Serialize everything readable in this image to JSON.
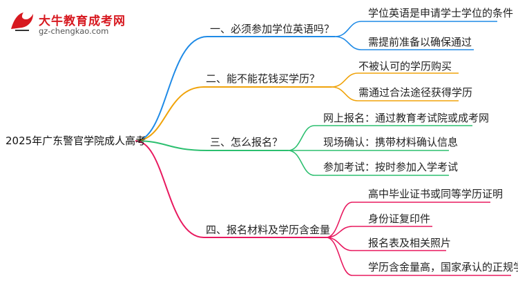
{
  "logo": {
    "title": "大牛教育成考网",
    "url": "gz-chengkao.com"
  },
  "root": {
    "label": "2025年广东警官学院成人高考"
  },
  "colors": {
    "blue": "#1e8ae6",
    "orange": "#f0a30a",
    "green": "#2bbf6f",
    "pink": "#e8195f",
    "logo_red": "#d71920"
  },
  "branches": [
    {
      "label": "一、必须参加学位英语吗？",
      "color": "blue",
      "children": [
        "学位英语是申请学士学位的条件",
        "需提前准备以确保通过"
      ]
    },
    {
      "label": "二、能不能花钱买学历？",
      "color": "orange",
      "children": [
        "不被认可的学历购买",
        "需通过合法途径获得学历"
      ]
    },
    {
      "label": "三、怎么报名？",
      "color": "green",
      "children": [
        "网上报名：通过教育考试院或成考网",
        "现场确认：携带材料确认信息",
        "参加考试：按时参加入学考试"
      ]
    },
    {
      "label": "四、报名材料及学历含金量",
      "color": "pink",
      "children": [
        "高中毕业证书或同等学历证明",
        "身份证复印件",
        "报名表及相关照片",
        "学历含金量高，国家承认的正规学历"
      ]
    }
  ]
}
